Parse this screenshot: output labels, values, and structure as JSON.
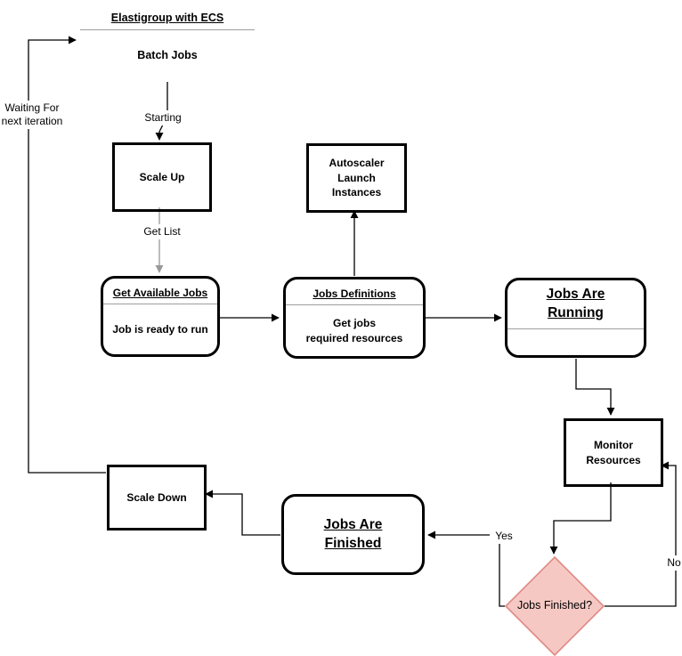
{
  "colors": {
    "blue_fill": "#dbe8fa",
    "blue_border": "#7090c0",
    "yellow_fill": "#fdf5cf",
    "green_fill": "#defbca",
    "pink_fill": "#f5c8c4",
    "pink_border": "#df8a83",
    "divider": "#9e9e9e",
    "line": "#000000",
    "gray_line": "#999999"
  },
  "nodes": {
    "elastigroup": {
      "title": "Elastigroup with ECS",
      "body": "Batch Jobs"
    },
    "scale_up": {
      "label": "Scale Up"
    },
    "autoscaler": {
      "label": "Autoscaler\nLaunch\nInstances"
    },
    "get_available_jobs": {
      "title": "Get Available Jobs",
      "body": "Job is ready to run"
    },
    "jobs_definitions": {
      "title": "Jobs Definitions",
      "body": "Get jobs\nrequired resources"
    },
    "jobs_are_running": {
      "title": "Jobs Are \nRunning"
    },
    "monitor_resources": {
      "label": "Monitor\nResources"
    },
    "jobs_are_finished": {
      "title": "Jobs Are \nFinished"
    },
    "scale_down": {
      "label": "Scale Down"
    },
    "jobs_finished_decision": {
      "label": "Jobs Finished?"
    }
  },
  "edge_labels": {
    "starting": "Starting",
    "get_list": "Get List",
    "yes": "Yes",
    "no": "No",
    "waiting": "Waiting For\nnext iteration"
  }
}
